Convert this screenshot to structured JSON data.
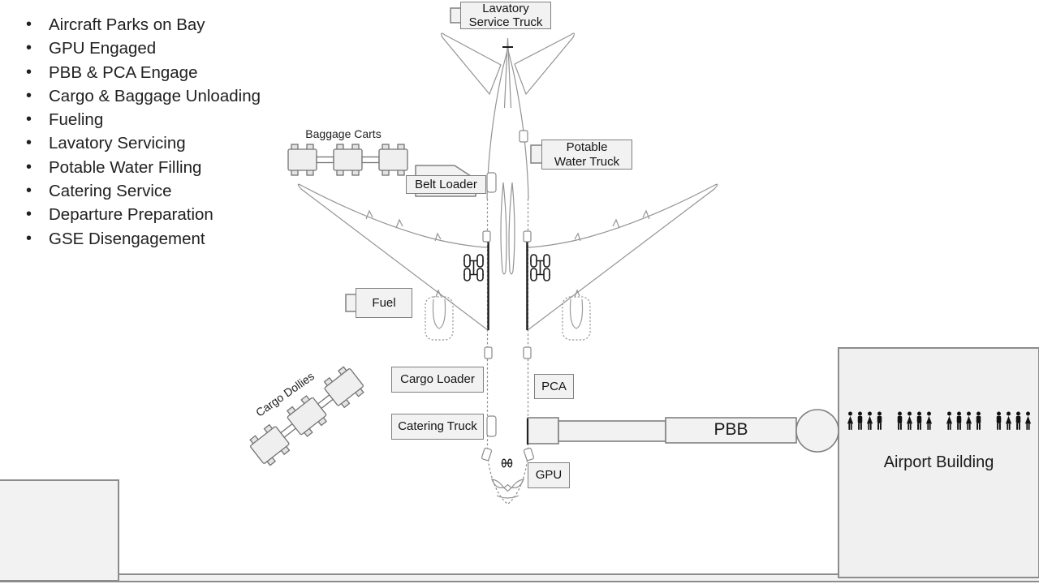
{
  "checklist": {
    "items": [
      "Aircraft Parks on Bay",
      "GPU Engaged",
      "PBB & PCA Engage",
      "Cargo & Baggage Unloading",
      "Fueling",
      "Lavatory Servicing",
      "Potable Water Filling",
      "Catering Service",
      "Departure Preparation",
      "GSE Disengagement"
    ]
  },
  "labels": {
    "lavatory_line1": "Lavatory",
    "lavatory_line2": "Service Truck",
    "baggage_carts": "Baggage Carts",
    "belt_loader": "Belt Loader",
    "potable_line1": "Potable",
    "potable_line2": "Water Truck",
    "fuel": "Fuel",
    "cargo_loader": "Cargo Loader",
    "pca": "PCA",
    "catering_truck": "Catering Truck",
    "gpu": "GPU",
    "cargo_dollies": "Cargo Dollies",
    "pbb": "PBB",
    "airport_building": "Airport Building"
  },
  "building": {
    "people_groups": 4,
    "people_per_group": 4
  },
  "colors": {
    "box_fill": "#f2f2f2",
    "box_border": "#808080",
    "aircraft_outline": "#949494",
    "ink": "#1a1a1a",
    "people": "#111111",
    "apron_fill": "#f2f2f2",
    "apron_border": "#8c8c8c"
  }
}
